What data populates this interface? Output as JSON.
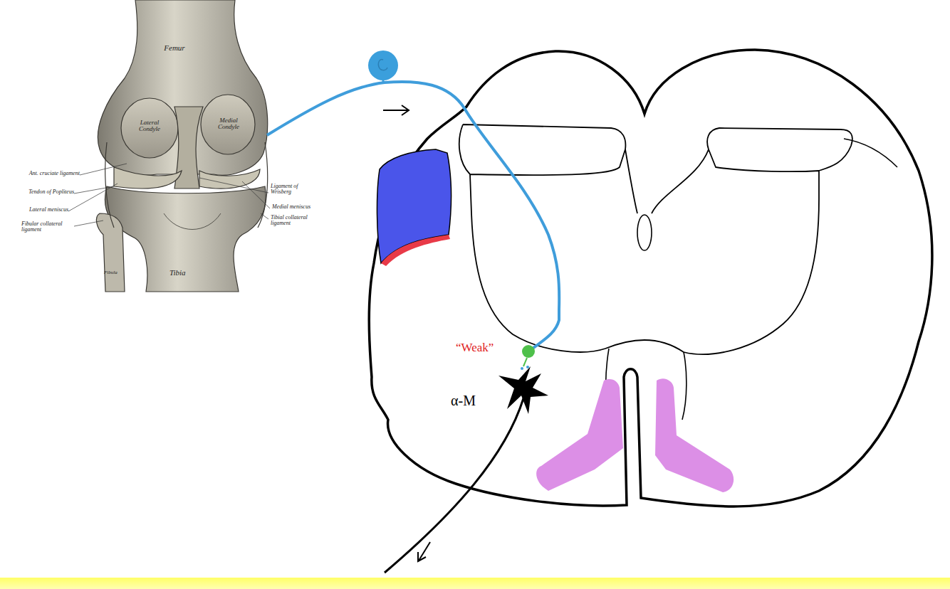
{
  "diagram": {
    "labels": [
      "Femur",
      "Lateral Condyle",
      "Medial Condyle",
      "Ant. cruciate ligament",
      "Tendon of Popliteus",
      "Lateral meniscus",
      "Fibular collateral ligament",
      "Ligament of Wrisberg",
      "Medial meniscus",
      "Tibial collateral ligament",
      "Tibia",
      "Fibula",
      "“Weak”",
      "α-M"
    ]
  }
}
